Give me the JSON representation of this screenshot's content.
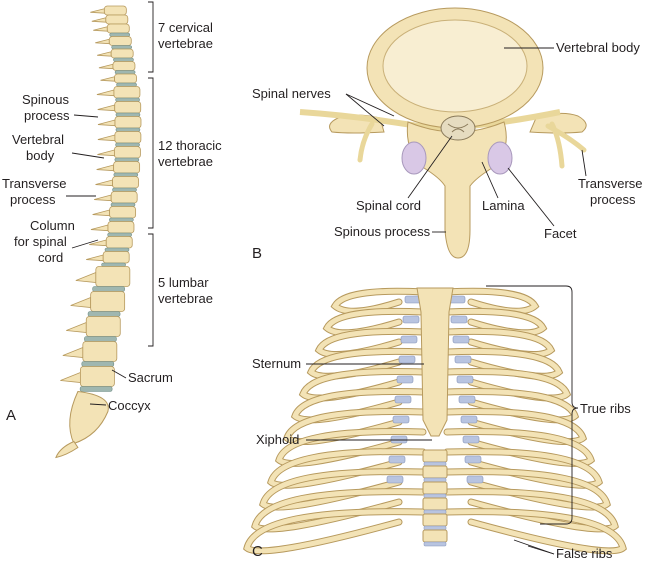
{
  "panels": {
    "a": "A",
    "b": "B",
    "c": "C"
  },
  "spine": {
    "cervical_1": "7 cervical",
    "cervical_2": "vertebrae",
    "thoracic_1": "12 thoracic",
    "thoracic_2": "vertebrae",
    "lumbar_1": "5 lumbar",
    "lumbar_2": "vertebrae",
    "spinous_1": "Spinous",
    "spinous_2": "process",
    "body_1": "Vertebral",
    "body_2": "body",
    "transverse_1": "Transverse",
    "transverse_2": "process",
    "column_1": "Column",
    "column_2": "for spinal",
    "column_3": "cord",
    "sacrum": "Sacrum",
    "coccyx": "Coccyx"
  },
  "vertebra": {
    "body": "Vertebral body",
    "nerves": "Spinal nerves",
    "cord": "Spinal cord",
    "lamina": "Lamina",
    "facet": "Facet",
    "transverse_1": "Transverse",
    "transverse_2": "process",
    "spinous": "Spinous process"
  },
  "ribcage": {
    "sternum": "Sternum",
    "xiphoid": "Xiphoid",
    "true_ribs": "True ribs",
    "false_ribs": "False ribs"
  },
  "colors": {
    "bone": "#f3e3b6",
    "disc": "#9fb7b0",
    "cartilage": "#b8c4e0"
  }
}
